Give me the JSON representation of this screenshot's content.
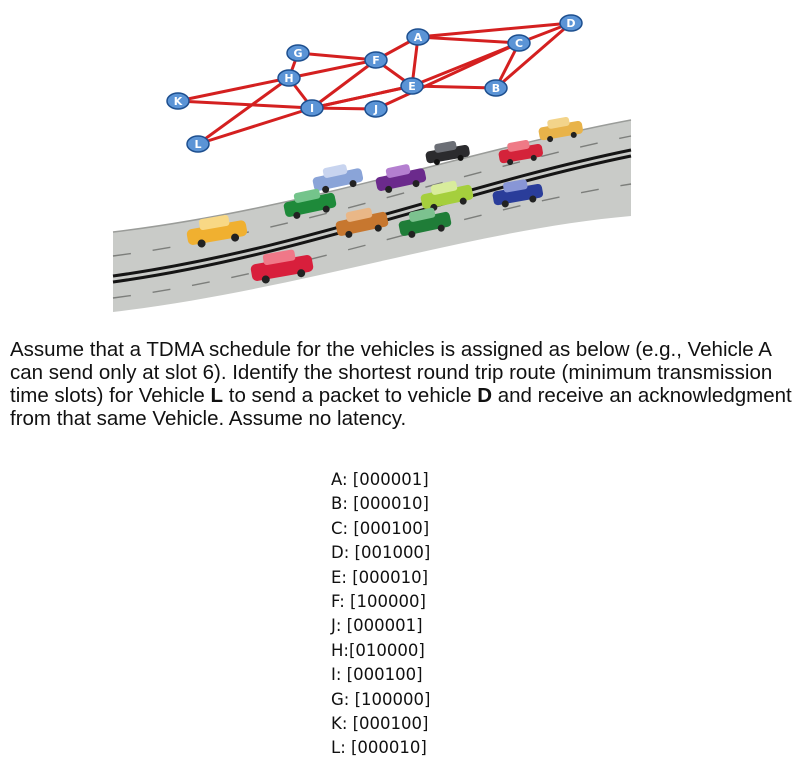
{
  "nodes": [
    {
      "id": "A",
      "label": "A"
    },
    {
      "id": "B",
      "label": "B"
    },
    {
      "id": "C",
      "label": "C"
    },
    {
      "id": "D",
      "label": "D"
    },
    {
      "id": "E",
      "label": "E"
    },
    {
      "id": "F",
      "label": "F"
    },
    {
      "id": "G",
      "label": "G"
    },
    {
      "id": "H",
      "label": "H"
    },
    {
      "id": "I",
      "label": "I"
    },
    {
      "id": "J",
      "label": "J"
    },
    {
      "id": "K",
      "label": "K"
    },
    {
      "id": "L",
      "label": "L"
    }
  ],
  "edges": [
    [
      "A",
      "D"
    ],
    [
      "A",
      "C"
    ],
    [
      "A",
      "F"
    ],
    [
      "A",
      "E"
    ],
    [
      "D",
      "C"
    ],
    [
      "D",
      "B"
    ],
    [
      "C",
      "E"
    ],
    [
      "C",
      "B"
    ],
    [
      "C",
      "J"
    ],
    [
      "E",
      "F"
    ],
    [
      "E",
      "B"
    ],
    [
      "E",
      "I"
    ],
    [
      "F",
      "G"
    ],
    [
      "F",
      "H"
    ],
    [
      "F",
      "I"
    ],
    [
      "G",
      "H"
    ],
    [
      "H",
      "K"
    ],
    [
      "H",
      "I"
    ],
    [
      "H",
      "L"
    ],
    [
      "K",
      "I"
    ],
    [
      "I",
      "J"
    ],
    [
      "I",
      "L"
    ],
    [
      "I",
      "E"
    ]
  ],
  "colors": {
    "edge": "#d42020",
    "node_fill": "#5b94d6",
    "node_stroke": "#1d4f8f",
    "road": "#c9cbc8",
    "stripe": "#151515"
  },
  "question": {
    "part1": "Assume that a TDMA schedule for the vehicles is assigned as below (e.g., Vehicle A can send only at slot 6). Identify the shortest round trip route (minimum transmission time slots) for Vehicle ",
    "bold1": "L",
    "part2": " to send a packet to vehicle ",
    "bold2": "D",
    "part3": " and receive an acknowledgment from that same Vehicle. Assume no latency."
  },
  "schedule": [
    "A: [000001]",
    "B: [000010]",
    "C: [000100]",
    "D: [001000]",
    "E: [000010]",
    "F: [100000]",
    "J: [000001]",
    "H:[010000]",
    "I: [000100]",
    "G: [100000]",
    "K: [000100]",
    "L: [000010]"
  ]
}
